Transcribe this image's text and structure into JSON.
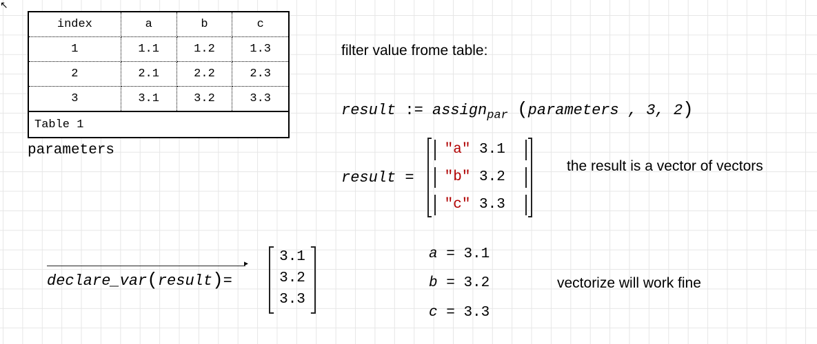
{
  "table": {
    "headers": [
      "index",
      "a",
      "b",
      "c"
    ],
    "rows": [
      [
        "1",
        "1.1",
        "1.2",
        "1.3"
      ],
      [
        "2",
        "2.1",
        "2.2",
        "2.3"
      ],
      [
        "3",
        "3.1",
        "3.2",
        "3.3"
      ]
    ],
    "caption": "Table 1",
    "name": "parameters"
  },
  "notes": {
    "filter": "filter value frome table:",
    "vector": "the result is a vector of vectors",
    "vectorize": "vectorize will work fine"
  },
  "assign": {
    "lhs": "result",
    "op": ":=",
    "fn": "assign",
    "sub": "par",
    "args": "parameters , 3, 2"
  },
  "result": {
    "lhs": "result",
    "op": "=",
    "rows": [
      {
        "key": "\"a\"",
        "val": "3.1"
      },
      {
        "key": "\"b\"",
        "val": "3.2"
      },
      {
        "key": "\"c\"",
        "val": "3.3"
      }
    ]
  },
  "declare": {
    "fn": "declare_var",
    "arg": "result",
    "op": "=",
    "values": [
      "3.1",
      "3.2",
      "3.3"
    ]
  },
  "vars": [
    {
      "name": "a",
      "op": "=",
      "val": "3.1"
    },
    {
      "name": "b",
      "op": "=",
      "val": "3.2"
    },
    {
      "name": "c",
      "op": "=",
      "val": "3.3"
    }
  ]
}
